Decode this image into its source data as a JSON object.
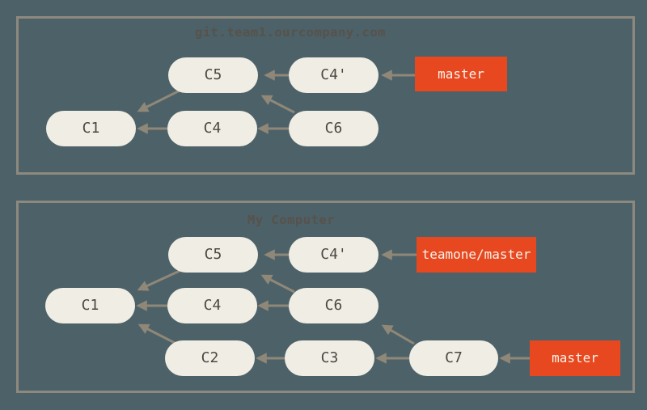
{
  "diagram": {
    "colors": {
      "background": "#4d6168",
      "panel_border": "#8e897f",
      "commit_fill": "#f0eee4",
      "commit_text": "#4a4843",
      "branch_fill": "#e8481f",
      "branch_text": "#f7f3ec",
      "arrow": "#8f8878",
      "title_text": "#57524b"
    },
    "remote": {
      "title": "git.team1.ourcompany.com",
      "nodes": [
        {
          "label": "C5"
        },
        {
          "label": "C4'"
        },
        {
          "label": "C1"
        },
        {
          "label": "C4"
        },
        {
          "label": "C6"
        }
      ],
      "branches": [
        {
          "label": "master",
          "points_to": "C4'"
        }
      ],
      "edges": [
        {
          "from": "C4'",
          "to": "C5"
        },
        {
          "from": "master",
          "to": "C4'"
        },
        {
          "from": "C5",
          "to": "C1"
        },
        {
          "from": "C4",
          "to": "C1"
        },
        {
          "from": "C6",
          "to": "C5"
        },
        {
          "from": "C6",
          "to": "C4"
        }
      ]
    },
    "local": {
      "title": "My Computer",
      "nodes": [
        {
          "label": "C5"
        },
        {
          "label": "C4'"
        },
        {
          "label": "C1"
        },
        {
          "label": "C4"
        },
        {
          "label": "C6"
        },
        {
          "label": "C2"
        },
        {
          "label": "C3"
        },
        {
          "label": "C7"
        }
      ],
      "branches": [
        {
          "label": "teamone/master",
          "points_to": "C4'"
        },
        {
          "label": "master",
          "points_to": "C7"
        }
      ],
      "edges": [
        {
          "from": "C4'",
          "to": "C5"
        },
        {
          "from": "teamone/master",
          "to": "C4'"
        },
        {
          "from": "C5",
          "to": "C1"
        },
        {
          "from": "C4",
          "to": "C1"
        },
        {
          "from": "C6",
          "to": "C5"
        },
        {
          "from": "C6",
          "to": "C4"
        },
        {
          "from": "C2",
          "to": "C1"
        },
        {
          "from": "C3",
          "to": "C2"
        },
        {
          "from": "C7",
          "to": "C3"
        },
        {
          "from": "C7",
          "to": "C6"
        },
        {
          "from": "master",
          "to": "C7"
        }
      ]
    }
  }
}
